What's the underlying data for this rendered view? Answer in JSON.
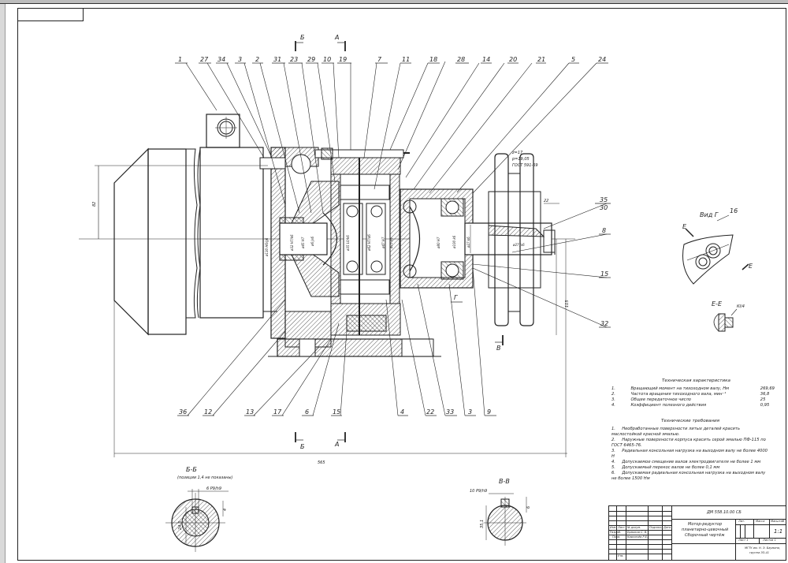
{
  "drawing": {
    "title": "Мотор-редуктор планетарно-цевочный Сборочный чертёж",
    "position_labels_top": [
      "1",
      "27",
      "34",
      "3",
      "2",
      "31",
      "23",
      "29",
      "10",
      "19",
      "7",
      "11",
      "18",
      "28",
      "14",
      "20",
      "21",
      "5",
      "24"
    ],
    "position_labels_bottom": [
      "36",
      "12",
      "13",
      "17",
      "6",
      "15",
      "4",
      "22",
      "33",
      "3",
      "9"
    ],
    "position_labels_right": [
      "35",
      "30",
      "8",
      "15",
      "32"
    ],
    "section_marks": {
      "b_top": "Б",
      "a_top": "А",
      "b_bottom": "Б",
      "a_bottom": "А",
      "v": "В",
      "g": "Г"
    },
    "dimensions": {
      "overall_length": "565",
      "height_left": "82",
      "height_right": "115",
      "hub_width": "22",
      "flange_diam": "ø130 H6/g6",
      "shaft_diam": "ø27 Js6",
      "sprocket_note": [
        "z=17",
        "p=19,05",
        "ГОСТ 591-69"
      ],
      "inner_dims": [
        "ø32 H7/k6",
        "ø45 H7",
        "ø6 Js6",
        "ø35 L0/k6",
        "ø62 H7/d6",
        "ø47 H7",
        "ø25 k6",
        "ø80 H7",
        "ø100 k6",
        "ø27 k6"
      ]
    },
    "view_g": {
      "title": "Вид Г",
      "label": "16",
      "arrow": "Е"
    },
    "section_ee": {
      "title": "Е-Е",
      "label": "КI/4"
    },
    "section_bb": {
      "title": "Б-Б",
      "note": "(позиции 1,4 не показаны)",
      "key": "6 P9/h9",
      "dim1": "24,5",
      "dim2": "4"
    },
    "section_vv": {
      "title": "В-В",
      "key": "10 P9/h9",
      "dim1": "35,1",
      "dim2": "6"
    }
  },
  "tech_characteristics": {
    "heading": "Техническая характеристика",
    "items": [
      {
        "n": "1.",
        "text": "Вращающий момент на тихоходном валу, Нм",
        "value": "269,69"
      },
      {
        "n": "2.",
        "text": "Частота вращения тихоходного вала, мин⁻¹",
        "value": "36,8"
      },
      {
        "n": "3.",
        "text": "Общее передаточное число",
        "value": "25"
      },
      {
        "n": "4.",
        "text": "Коэффициент полезного действия",
        "value": "0,95"
      }
    ]
  },
  "tech_requirements": {
    "heading": "Технические требования",
    "items": [
      {
        "n": "1.",
        "text": "Необработанные поверхности литых деталей красить маслостойкой красной эмалью."
      },
      {
        "n": "2.",
        "text": "Наружные поверхности корпуса красить серой эмалью ПФ-115 по ГОСТ 6465-76."
      },
      {
        "n": "3.",
        "text": "Радиальная консольная нагрузка на выходном валу не более 4000 Н"
      },
      {
        "n": "4.",
        "text": "Допускаемое смещение валов электродвигателя не более  1 мм"
      },
      {
        "n": "5.",
        "text": "Допускаемый перекос валов не более  0,1 мм"
      },
      {
        "n": "6.",
        "text": "Допускаемая радиальная консольная нагрузка на выходном валу не более 1500 Нм"
      }
    ]
  },
  "title_block": {
    "doc_number": "ДМ 558.10.00 СБ",
    "name_line1": "Мотор-редуктор",
    "name_line2": "планетарно-цевочный",
    "name_line3": "Сборочный чертёж",
    "col_headers": [
      "Изм.",
      "Лист",
      "№ докум.",
      "Подпись",
      "Дата"
    ],
    "role_developer": "Разраб.",
    "developer": "Ермаков С. В.",
    "role_checker": "Пров.",
    "checker": "Кирпичёв Р.Е.",
    "role_approved": "Утв.",
    "lit_label": "Лит.",
    "mass_label": "Масса",
    "scale_label": "Масштаб",
    "scale": "1:1",
    "sheet": "Лист 1",
    "sheets": "Листов 1",
    "org_line1": "МГТУ им. Н. Э. Баумана,",
    "org_line2": "группа ЭЗ-41"
  }
}
